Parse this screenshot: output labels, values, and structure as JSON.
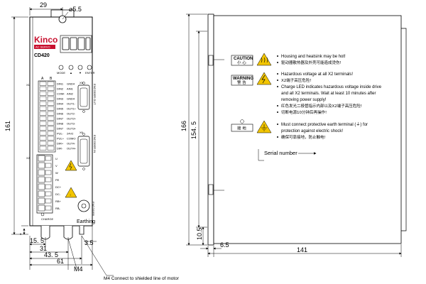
{
  "front": {
    "brand": "Kinco",
    "brand_sub": "AC SERVO",
    "model": "CD420",
    "display_buttons": [
      "MODE",
      "▲",
      "▼",
      "ENTER"
    ],
    "col_headers": [
      "A",
      "B"
    ],
    "x1_label": "X1",
    "x1_pins_left": [
      "DIN1",
      "DIN2",
      "COMI",
      "DIN3",
      "DIN4",
      "DIN5",
      "DIN6",
      "DIN7",
      "DIN8",
      "DIN7",
      "PUL-",
      "PUL+",
      "DIR+",
      "DIR-"
    ],
    "x1_pins_right": [
      "GND4",
      "AIN1",
      "AIN2",
      "GND4",
      "OUT1-",
      "OUT1+",
      "OUT2-",
      "OUT2+",
      "OUT3-",
      "OUT3+",
      "24V2",
      "COMO",
      "OUT4-",
      "OUT4+"
    ],
    "port_label_encoder_out": "ENCODER OUT",
    "port_label_encoder_in": "ENCODER IN",
    "x2_label": "X2",
    "x2_pins": [
      "U",
      "V",
      "W",
      "PE",
      "DC+",
      "DC-",
      "RB+",
      "RB-"
    ],
    "x6_label": "X6",
    "x6_text": "ENCODER",
    "charge_label": "CHARGE",
    "earth_label": "Earthing",
    "x3_label": "X3",
    "x4_label": "X4"
  },
  "side": {
    "caution_label": "CAUTION",
    "caution_zh": "小 心",
    "caution_lines": [
      "Housing and heatsink may be hot!",
      "驱动器散热器及外壳可能造成烫伤!"
    ],
    "warning_label": "WARNING",
    "warning_zh": "警 告",
    "warning_lines": [
      "Hazardous voltage at all X2 terminals!",
      "X2端子高压危险!",
      "Charge LED indicates hazardous voltage inside drive",
      "and all X2 terminals. Wait at least 10 minutes after",
      "removing power supply!",
      "红色发光二极管指示内部以及X2端子高压危险!",
      "切断电源10分钟后再操作!"
    ],
    "ground_zh": "接 地",
    "ground_lines": [
      "Must connect protective earth terminal (⏚) for",
      "protection against electric shock!",
      "确保可靠接地，防止触电!"
    ],
    "serial_label": "Serial number"
  },
  "dimensions": {
    "top_width": "29",
    "hole_dia": "⌀5.5",
    "height_total": "161",
    "w_15_5": "15. 5",
    "w_31": "31",
    "w_43_5": "43. 5",
    "w_61": "61",
    "bottom_5": "5",
    "right_3_5": "3.5",
    "m4_label": "M4",
    "m4_note": "M4 Connect to shielded line of motor",
    "side_166": "166",
    "side_154_5": "154. 5",
    "side_10_5": "10.5",
    "side_6_5": "6.5",
    "side_141": "141"
  }
}
